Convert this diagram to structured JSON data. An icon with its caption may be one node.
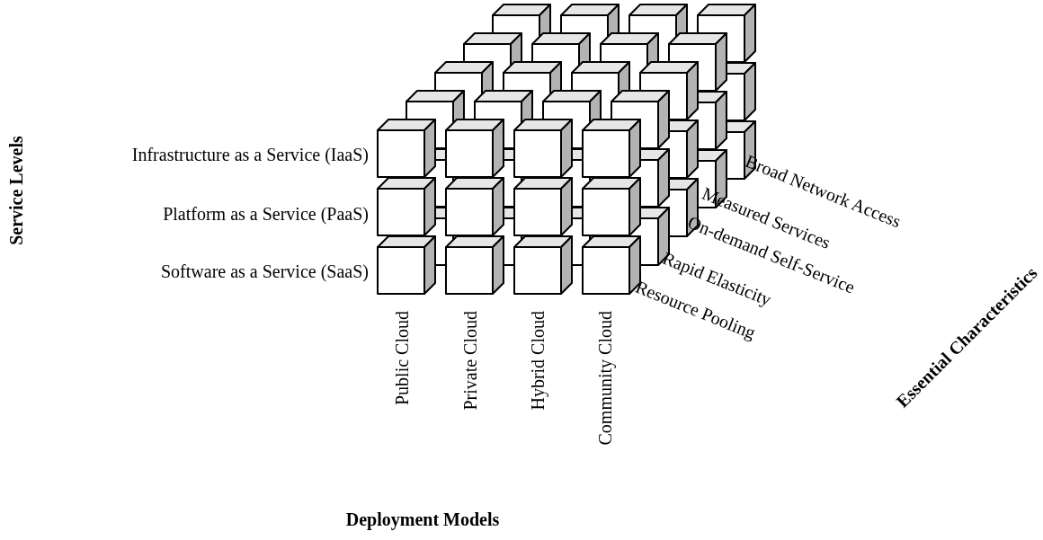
{
  "diagram": {
    "labels": [
      "Service Levels",
      "Infrastructure as a Service (IaaS)",
      "Platform as a Service (PaaS)",
      "Software as a Service (SaaS)",
      "Public Cloud",
      "Private Cloud",
      "Hybrid Cloud",
      "Community Cloud",
      "Deployment Models",
      "Broad Network Access",
      "Measured Services",
      "On-demand Self-Service",
      "Rapid Elasticity",
      "Resource Pooling",
      "Essential Characteristics"
    ]
  }
}
